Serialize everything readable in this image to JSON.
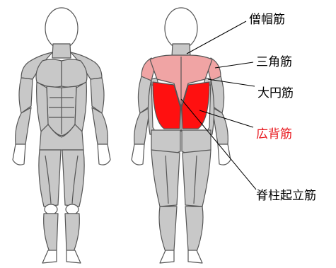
{
  "labels": {
    "trapezius": "僧帽筋",
    "deltoid": "三角筋",
    "teres_major": "大円筋",
    "latissimus": "広背筋",
    "erector": "脊柱起立筋"
  },
  "colors": {
    "muscle_gray": "#c8c8c8",
    "outline": "#555555",
    "trapezius_fill": "#f0a4a4",
    "latissimus_fill": "#ff1010",
    "label_text": "#000000",
    "highlight_text": "#e8151b"
  }
}
